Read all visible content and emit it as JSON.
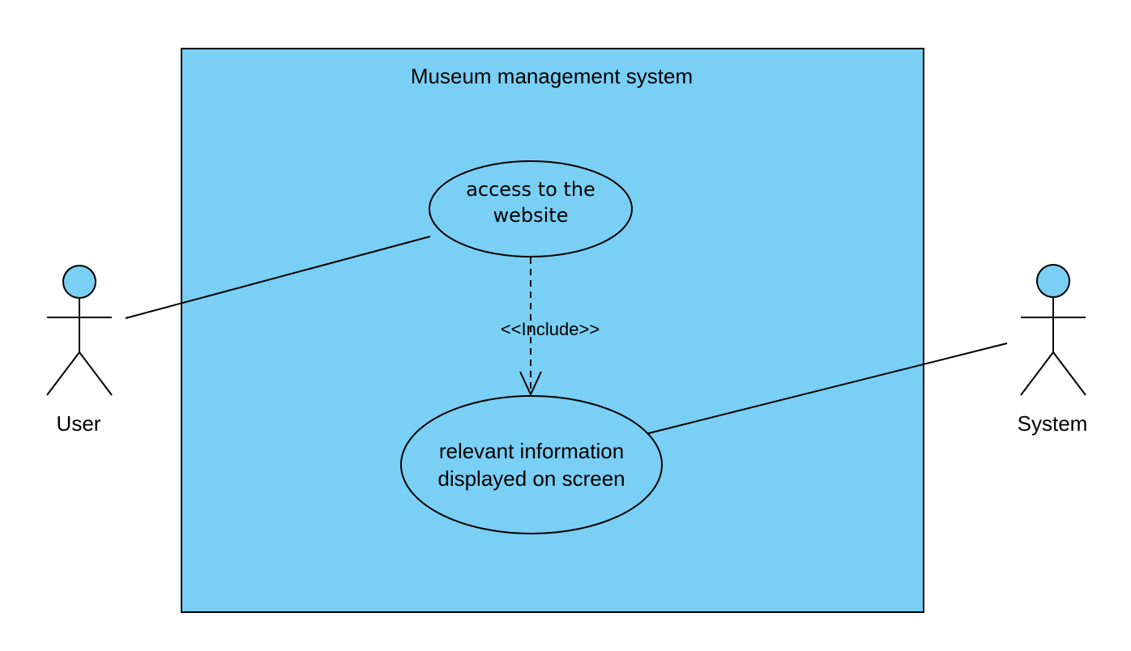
{
  "diagram": {
    "system_boundary": {
      "title": "Museum management system",
      "fill": "#7acff4"
    },
    "actors": [
      {
        "id": "user",
        "label": "User",
        "head_fill": "#7acff4"
      },
      {
        "id": "system",
        "label": "System",
        "head_fill": "#7acff4"
      }
    ],
    "use_cases": [
      {
        "id": "access",
        "lines": [
          "access to the",
          "website"
        ]
      },
      {
        "id": "info",
        "lines": [
          "relevant information",
          "displayed on screen"
        ]
      }
    ],
    "relations": [
      {
        "type": "association",
        "from": "User",
        "to": "access to the website"
      },
      {
        "type": "include",
        "from": "access to the website",
        "to": "relevant information displayed on screen",
        "label": "<<Include>>"
      },
      {
        "type": "association",
        "from": "System",
        "to": "relevant information displayed on screen"
      }
    ]
  }
}
